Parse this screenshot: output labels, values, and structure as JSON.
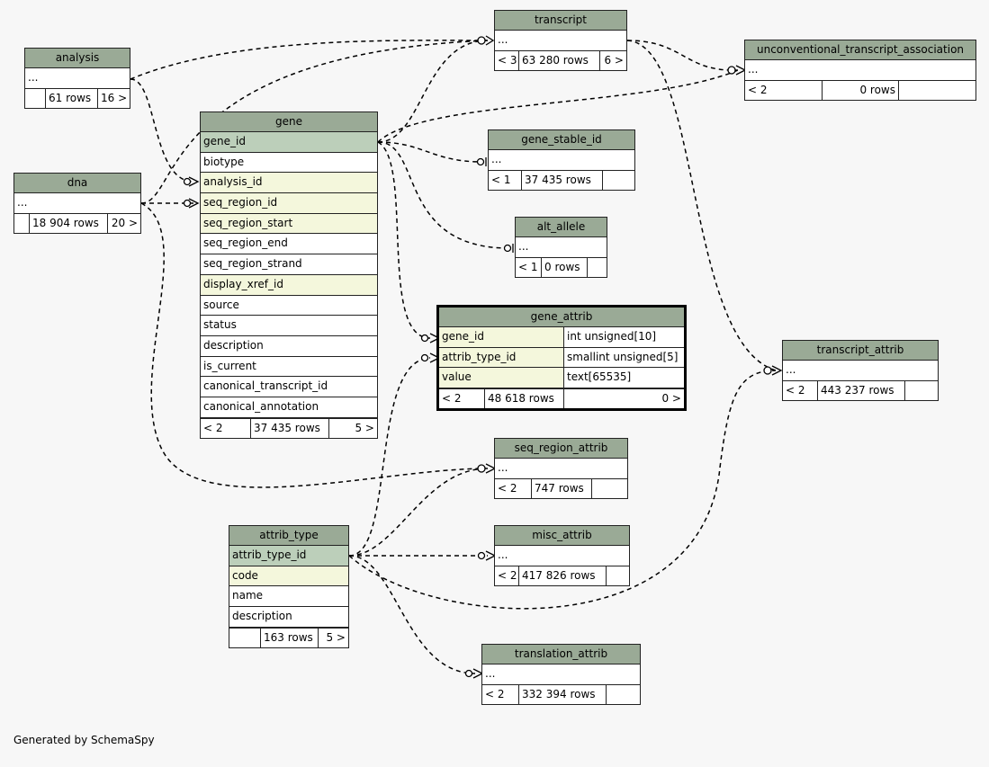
{
  "footer": "Generated by SchemaSpy",
  "colors": {
    "header": "#9aaa96",
    "primary_key": "#bccfba",
    "foreign_key": "#f4f7dc",
    "background": "#f7f7f7"
  },
  "tables": {
    "transcript": {
      "name": "transcript",
      "rows": [
        "..."
      ],
      "foot": [
        "< 3",
        "63 280 rows",
        "6 >"
      ]
    },
    "uta": {
      "name": "unconventional_transcript_association",
      "rows": [
        "..."
      ],
      "foot": [
        "< 2",
        "0 rows",
        ""
      ]
    },
    "analysis": {
      "name": "analysis",
      "rows": [
        "..."
      ],
      "foot": [
        "",
        "61 rows",
        "16 >"
      ]
    },
    "gene": {
      "name": "gene",
      "rows": [
        "gene_id",
        "biotype",
        "analysis_id",
        "seq_region_id",
        "seq_region_start",
        "seq_region_end",
        "seq_region_strand",
        "display_xref_id",
        "source",
        "status",
        "description",
        "is_current",
        "canonical_transcript_id",
        "canonical_annotation"
      ],
      "foot": [
        "< 2",
        "37 435 rows",
        "5 >"
      ]
    },
    "gene_stable_id": {
      "name": "gene_stable_id",
      "rows": [
        "..."
      ],
      "foot": [
        "< 1",
        "37 435 rows",
        ""
      ]
    },
    "dna": {
      "name": "dna",
      "rows": [
        "..."
      ],
      "foot": [
        "",
        "18 904 rows",
        "20 >"
      ]
    },
    "alt_allele": {
      "name": "alt_allele",
      "rows": [
        "..."
      ],
      "foot": [
        "< 1",
        "0 rows",
        ""
      ]
    },
    "gene_attrib": {
      "name": "gene_attrib",
      "cols": [
        {
          "name": "gene_id",
          "type": "int unsigned[10]"
        },
        {
          "name": "attrib_type_id",
          "type": "smallint unsigned[5]"
        },
        {
          "name": "value",
          "type": "text[65535]"
        }
      ],
      "foot": [
        "< 2",
        "48 618 rows",
        "0 >"
      ]
    },
    "transcript_attrib": {
      "name": "transcript_attrib",
      "rows": [
        "..."
      ],
      "foot": [
        "< 2",
        "443 237 rows",
        ""
      ]
    },
    "seq_region_attrib": {
      "name": "seq_region_attrib",
      "rows": [
        "..."
      ],
      "foot": [
        "< 2",
        "747 rows",
        ""
      ]
    },
    "attrib_type": {
      "name": "attrib_type",
      "rows": [
        "attrib_type_id",
        "code",
        "name",
        "description"
      ],
      "foot": [
        "",
        "163 rows",
        "5 >"
      ]
    },
    "misc_attrib": {
      "name": "misc_attrib",
      "rows": [
        "..."
      ],
      "foot": [
        "< 2",
        "417 826 rows",
        ""
      ]
    },
    "translation_attrib": {
      "name": "translation_attrib",
      "rows": [
        "..."
      ],
      "foot": [
        "< 2",
        "332 394 rows",
        ""
      ]
    }
  }
}
